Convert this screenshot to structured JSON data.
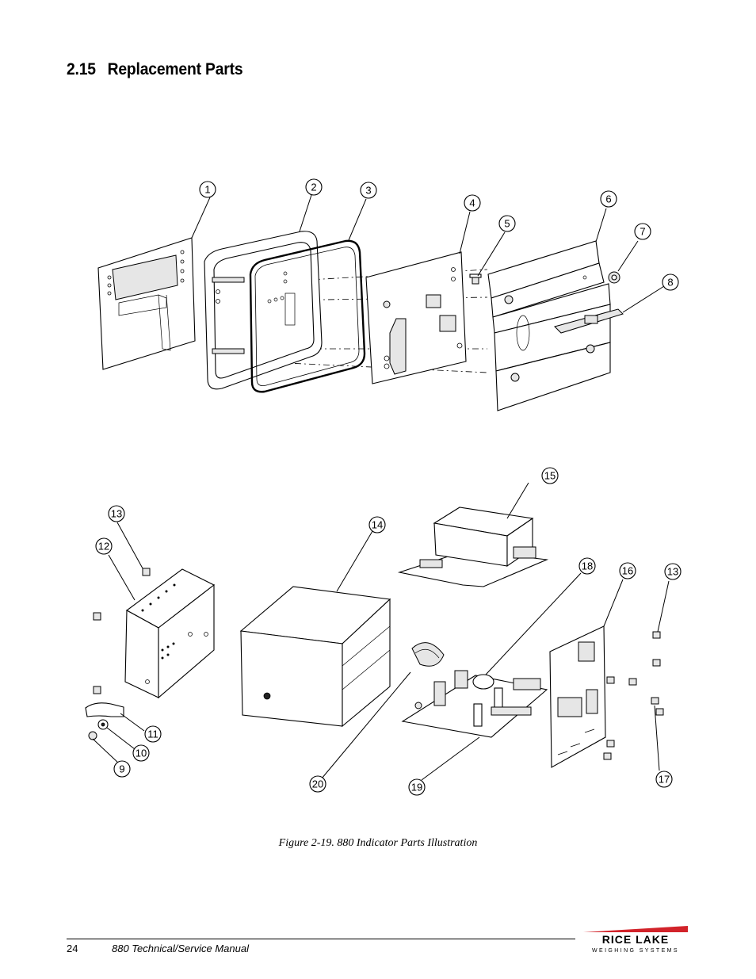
{
  "section": {
    "number": "2.15",
    "title": "Replacement Parts"
  },
  "figure": {
    "caption": "Figure 2-19. 880 Indicator Parts Illustration",
    "callouts": [
      "1",
      "2",
      "3",
      "4",
      "5",
      "6",
      "7",
      "8",
      "9",
      "10",
      "11",
      "12",
      "13",
      "14",
      "15",
      "16",
      "13",
      "17",
      "18",
      "19",
      "20"
    ]
  },
  "footer": {
    "page_number": "24",
    "manual_title": "880 Technical/Service Manual"
  },
  "logo": {
    "line1": "RICE LAKE",
    "line2": "WEIGHING SYSTEMS",
    "accent_color": "#d2232a"
  }
}
